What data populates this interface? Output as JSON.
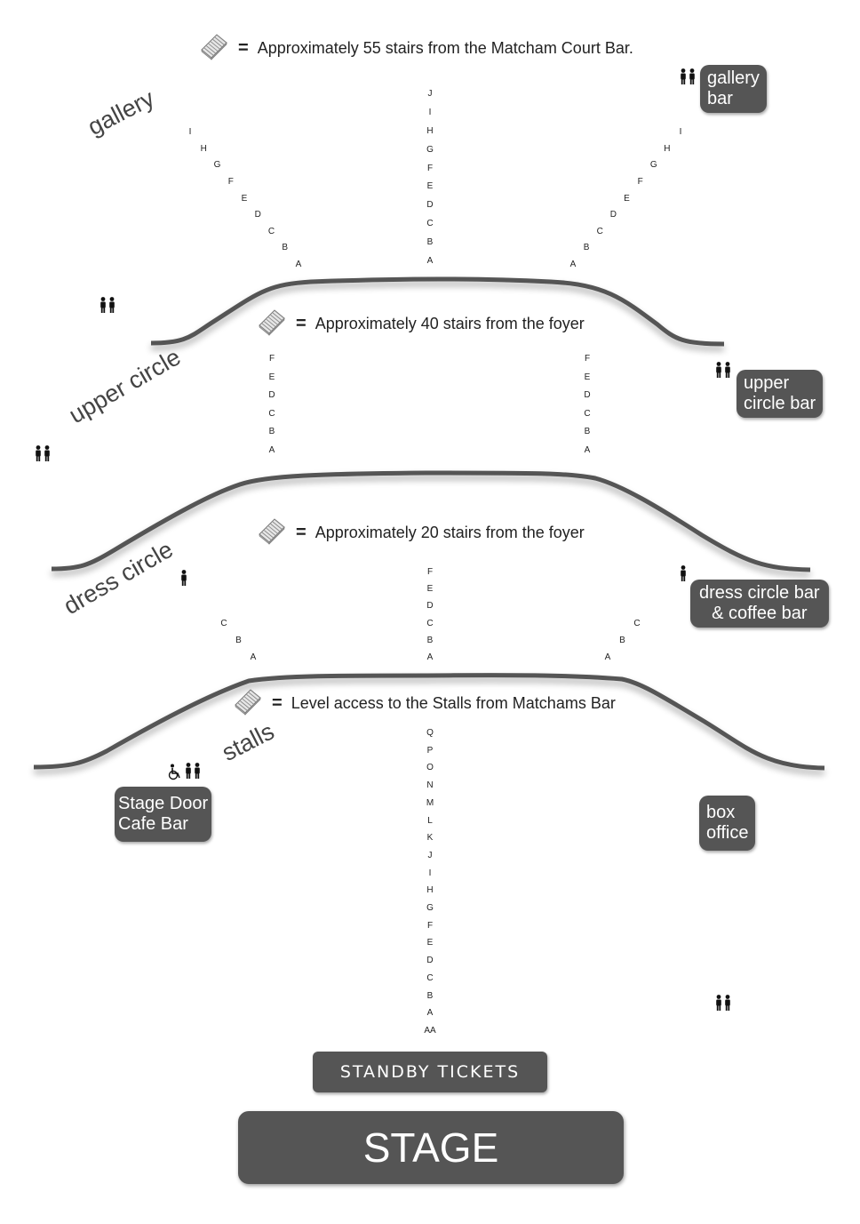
{
  "legend": {
    "gallery": "Approximately 55 stairs from the Matcham Court Bar.",
    "upper_circle": "Approximately 40 stairs from the foyer",
    "dress_circle": "Approximately 20 stairs from the foyer",
    "stalls": "Level access to the Stalls from Matchams Bar",
    "equals": "="
  },
  "levels": {
    "gallery": "gallery",
    "upper_circle": "upper circle",
    "dress_circle": "dress circle",
    "stalls": "stalls"
  },
  "bars": {
    "gallery_bar": [
      "gallery",
      "bar"
    ],
    "upper_circle_bar": [
      "upper",
      "circle bar"
    ],
    "dress_circle_bar": [
      "dress circle bar",
      "& coffee bar"
    ],
    "stage_door_bar": [
      "Stage Door",
      "Cafe Bar"
    ],
    "box_office": [
      "box",
      "office"
    ]
  },
  "rows": {
    "gallery_left": [
      "I",
      "H",
      "G",
      "F",
      "E",
      "D",
      "C",
      "B",
      "A"
    ],
    "gallery_center": [
      "J",
      "I",
      "H",
      "G",
      "F",
      "E",
      "D",
      "C",
      "B",
      "A"
    ],
    "gallery_right": [
      "I",
      "H",
      "G",
      "F",
      "E",
      "D",
      "C",
      "B",
      "A"
    ],
    "upper_left": [
      "F",
      "E",
      "D",
      "C",
      "B",
      "A"
    ],
    "upper_right": [
      "F",
      "E",
      "D",
      "C",
      "B",
      "A"
    ],
    "dress_left": [
      "C",
      "B",
      "A"
    ],
    "dress_center": [
      "F",
      "E",
      "D",
      "C",
      "B",
      "A"
    ],
    "dress_right": [
      "C",
      "B",
      "A"
    ],
    "stalls_center": [
      "Q",
      "P",
      "O",
      "N",
      "M",
      "L",
      "K",
      "J",
      "I",
      "H",
      "G",
      "F",
      "E",
      "D",
      "C",
      "B",
      "A",
      "AA"
    ]
  },
  "buttons": {
    "standby": "STANDBY TICKETS",
    "stage": "STAGE"
  },
  "icons": {
    "stairs": "stairs-icon",
    "toilets": "toilets-icon",
    "toilet_single": "toilet-icon",
    "wheelchair": "wheelchair-icon"
  },
  "colors": {
    "badge": "#555555",
    "curve": "#555555"
  }
}
